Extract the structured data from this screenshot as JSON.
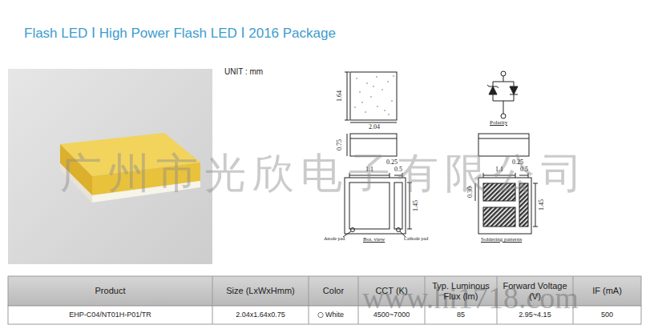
{
  "diagram": {
    "title": "Flash LED Ⅰ High Power Flash LED Ⅰ 2016 Package",
    "labels": [
      "UNIT : mm",
      "1.64",
      "2.04",
      "0.75",
      "0.25",
      "1.1",
      "0.5",
      "1.45",
      "Anode pad",
      "Cathode pad",
      "Bot. view",
      "Polarity",
      "0.25",
      "1.1",
      "0.5",
      "0.30",
      "1.45",
      "Soldering patterns",
      "Product",
      "Size (LxWxHmm)",
      "Color",
      "CCT (K)",
      "Typ. Luminous Flux (lm)",
      "Forward Voltage (V)",
      "IF (mA)",
      "EHP-C04/NT01H-P01/TR",
      "2.04x1.64x0.75",
      "White",
      "4500~7000",
      "85",
      "2.95~4.15",
      "500",
      "广州市光欣电子有限公司",
      "www.hi1718.com"
    ]
  }
}
